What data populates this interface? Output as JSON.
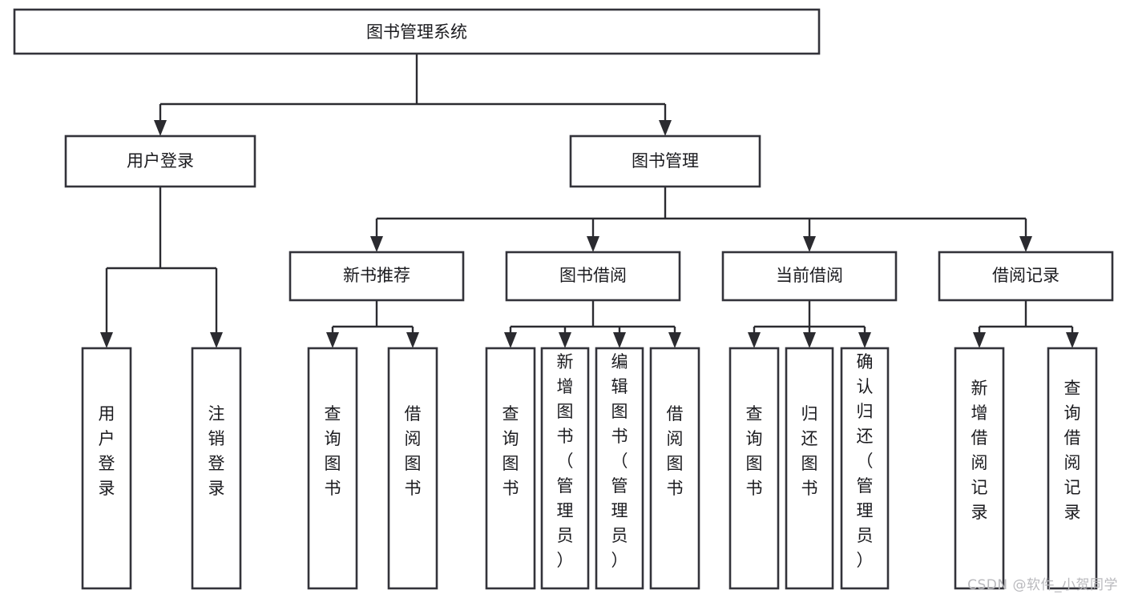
{
  "diagram": {
    "title": "图书管理系统",
    "type": "tree-hierarchy",
    "watermark": "CSDN @软件_小贺同学",
    "colors": {
      "box_stroke": "#33333a",
      "box_fill": "#ffffff",
      "link": "#2b2b30",
      "text": "#1b1b1f",
      "watermark": "#b9b9bd",
      "background": "#ffffff"
    },
    "root": {
      "id": "root",
      "label": "图书管理系统",
      "orientation": "horizontal"
    },
    "level2": [
      {
        "id": "user-login",
        "label": "用户登录",
        "orientation": "horizontal"
      },
      {
        "id": "book-manage",
        "label": "图书管理",
        "orientation": "horizontal"
      }
    ],
    "level3": [
      {
        "id": "new-book-recommend",
        "label": "新书推荐",
        "parent": "book-manage",
        "orientation": "horizontal"
      },
      {
        "id": "book-borrow",
        "label": "图书借阅",
        "parent": "book-manage",
        "orientation": "horizontal"
      },
      {
        "id": "current-borrow",
        "label": "当前借阅",
        "parent": "book-manage",
        "orientation": "horizontal"
      },
      {
        "id": "borrow-record",
        "label": "借阅记录",
        "parent": "book-manage",
        "orientation": "horizontal"
      }
    ],
    "leaves": [
      {
        "id": "leaf-user-login",
        "label": "用户登录",
        "parent": "user-login",
        "orientation": "vertical"
      },
      {
        "id": "leaf-user-logout",
        "label": "注销登录",
        "parent": "user-login",
        "orientation": "vertical"
      },
      {
        "id": "leaf-query-book-1",
        "label": "查询图书",
        "parent": "new-book-recommend",
        "orientation": "vertical"
      },
      {
        "id": "leaf-borrow-book-1",
        "label": "借阅图书",
        "parent": "new-book-recommend",
        "orientation": "vertical"
      },
      {
        "id": "leaf-query-book-2",
        "label": "查询图书",
        "parent": "book-borrow",
        "orientation": "vertical"
      },
      {
        "id": "leaf-add-book",
        "label": "新增图书（管理员）",
        "parent": "book-borrow",
        "orientation": "vertical"
      },
      {
        "id": "leaf-edit-book",
        "label": "编辑图书（管理员）",
        "parent": "book-borrow",
        "orientation": "vertical"
      },
      {
        "id": "leaf-borrow-book-2",
        "label": "借阅图书",
        "parent": "book-borrow",
        "orientation": "vertical"
      },
      {
        "id": "leaf-query-book-3",
        "label": "查询图书",
        "parent": "current-borrow",
        "orientation": "vertical"
      },
      {
        "id": "leaf-return-book",
        "label": "归还图书",
        "parent": "current-borrow",
        "orientation": "vertical"
      },
      {
        "id": "leaf-confirm-return",
        "label": "确认归还（管理员）",
        "parent": "current-borrow",
        "orientation": "vertical"
      },
      {
        "id": "leaf-add-record",
        "label": "新增借阅记录",
        "parent": "borrow-record",
        "orientation": "vertical"
      },
      {
        "id": "leaf-query-record",
        "label": "查询借阅记录",
        "parent": "borrow-record",
        "orientation": "vertical"
      }
    ]
  }
}
